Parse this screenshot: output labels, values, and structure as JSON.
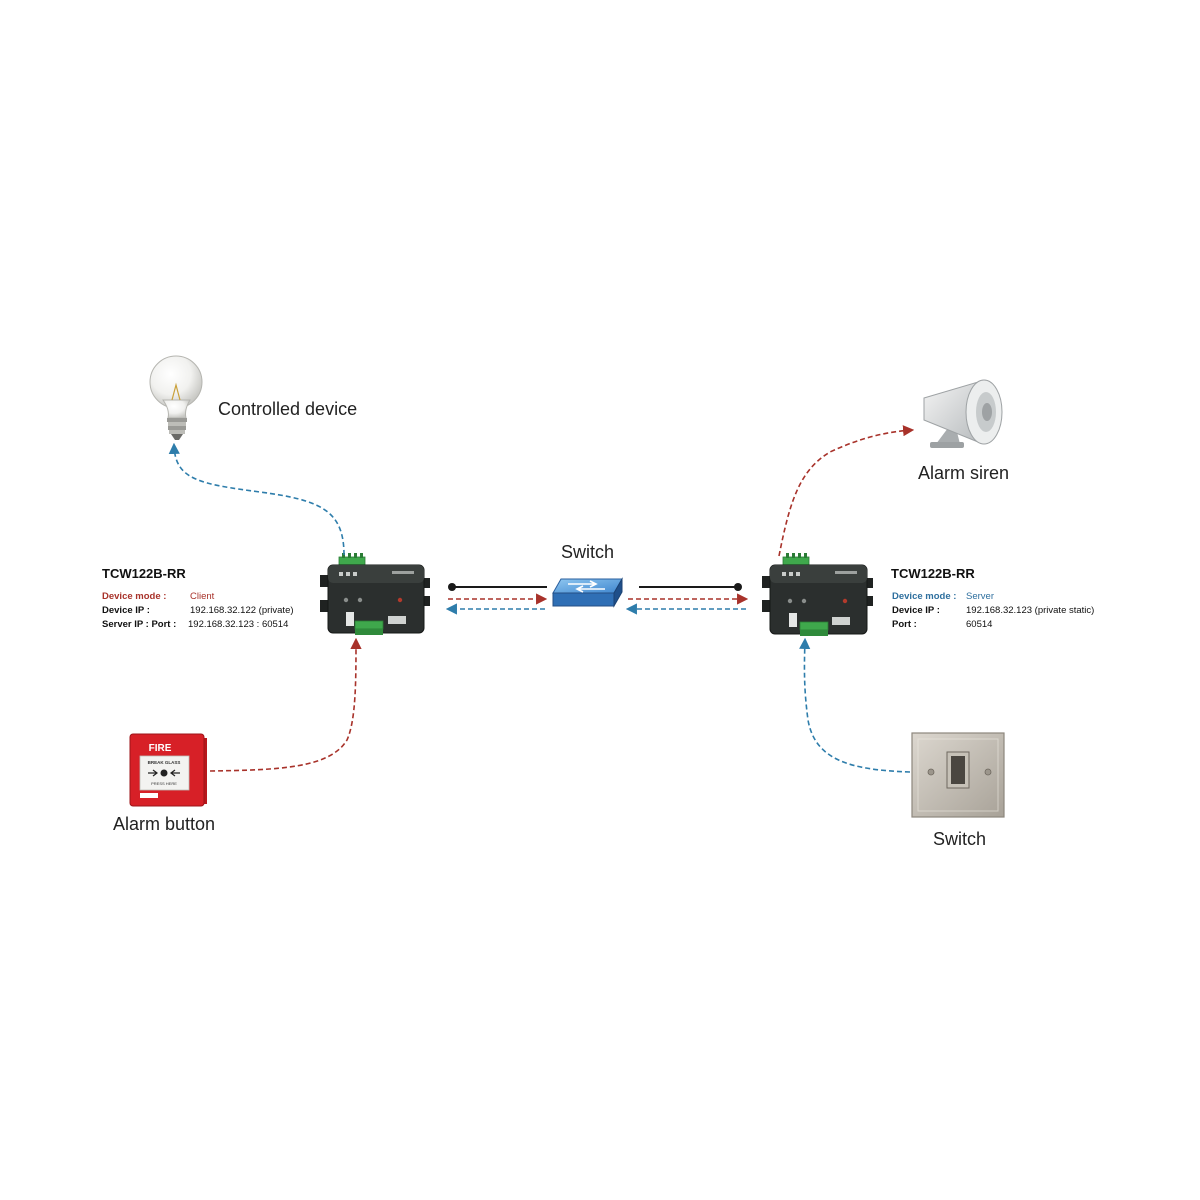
{
  "colors": {
    "link_red": "#a8322a",
    "link_blue": "#2e7dab",
    "client_mode": "#a8322a",
    "server_mode": "#2e6f9e",
    "device_body": "#2b2f2e",
    "terminal_green": "#3fa84c"
  },
  "labels": {
    "controlled_device": "Controlled device",
    "alarm_siren": "Alarm siren",
    "switch_network": "Switch",
    "alarm_button": "Alarm button",
    "wall_switch": "Switch"
  },
  "client": {
    "title": "TCW122B-RR",
    "mode_key": "Device mode :",
    "mode_value": "Client",
    "ip_key": "Device IP :",
    "ip_value": "192.168.32.122 (private)",
    "server_key": "Server IP : Port :",
    "server_value": "192.168.32.123 : 60514"
  },
  "server": {
    "title": "TCW122B-RR",
    "mode_key": "Device mode :",
    "mode_value": "Server",
    "ip_key": "Device IP :",
    "ip_value": "192.168.32.123 (private static)",
    "port_key": "Port :",
    "port_value": "60514"
  },
  "fire_panel": {
    "top_text": "FIRE",
    "glass_text": "BREAK GLASS",
    "press_text": "PRESS HERE"
  },
  "icons": [
    "light-bulb-icon",
    "siren-icon",
    "network-switch-icon",
    "fire-alarm-button-icon",
    "wall-switch-icon"
  ]
}
